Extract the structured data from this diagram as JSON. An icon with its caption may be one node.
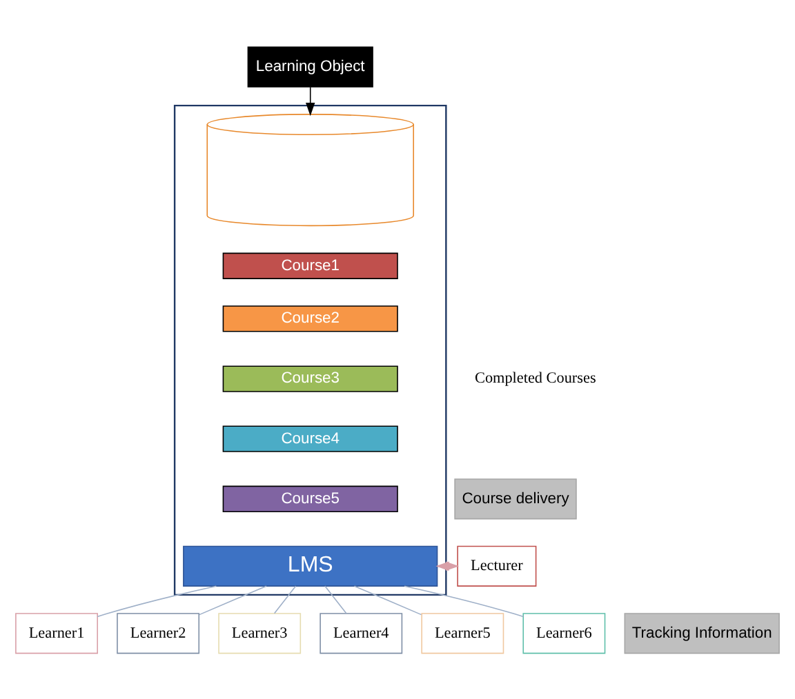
{
  "diagram": {
    "nodes": [
      {
        "text": [
          "Learning Object"
        ]
      },
      {
        "text": [],
        "shape": "box"
      },
      {
        "text": [],
        "shape": "cylinder",
        "in": 1
      },
      {
        "text": [
          "Course1"
        ],
        "in": 1
      },
      {
        "text": [
          "Course2"
        ],
        "in": 1
      },
      {
        "text": [
          "Course3"
        ],
        "in": 1
      },
      {
        "text": [
          "Course4"
        ],
        "in": 1
      },
      {
        "text": [
          "Course5"
        ],
        "in": 1
      },
      {
        "text": [
          "LMS"
        ],
        "in": 1
      },
      {
        "text": [
          "Course delivery"
        ]
      },
      {
        "text": [
          "Tracking Information"
        ]
      },
      {
        "text": [
          "Lecturer"
        ]
      },
      {
        "text": [
          "Learner1"
        ]
      },
      {
        "text": [
          "Learner2"
        ]
      },
      {
        "text": [
          "Learner3"
        ]
      },
      {
        "text": [
          "Learner4"
        ]
      },
      {
        "text": [
          "Learner5"
        ]
      },
      {
        "text": [
          "Learner6"
        ]
      }
    ],
    "edges": [
      {
        "from": 0,
        "to": 2,
        "arrow": "to",
        "color": "#000000"
      },
      {
        "from": 8,
        "to": 11,
        "arrow": "to",
        "color": "#d9a0a8"
      },
      {
        "from": 11,
        "to": 8,
        "arrow": "to",
        "color": "#d9a0a8"
      },
      {
        "from": 8,
        "to": 12,
        "arrow": "none"
      },
      {
        "from": 8,
        "to": 13,
        "arrow": "none"
      },
      {
        "from": 8,
        "to": 14,
        "arrow": "none"
      },
      {
        "from": 8,
        "to": 15,
        "arrow": "none"
      },
      {
        "from": 8,
        "to": 16,
        "arrow": "none"
      },
      {
        "from": 8,
        "to": 17,
        "arrow": "none"
      }
    ],
    "labels": [
      "Completed Courses"
    ]
  }
}
